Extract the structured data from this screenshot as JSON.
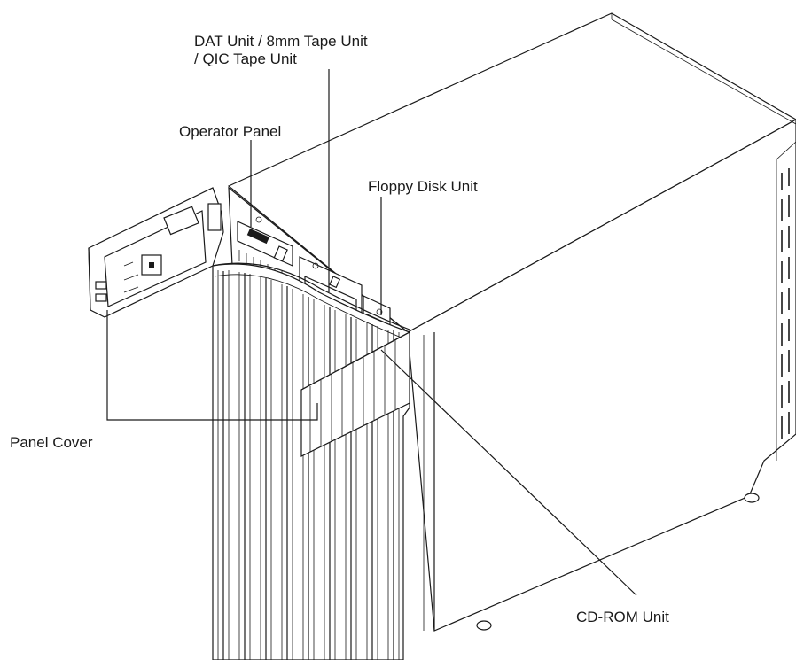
{
  "figure": {
    "labels": {
      "dat_unit_line1": "DAT Unit / 8mm Tape Unit",
      "dat_unit_line2": "/ QIC Tape Unit",
      "operator_panel": "Operator Panel",
      "floppy_disk_unit": "Floppy Disk Unit",
      "panel_cover": "Panel Cover",
      "cd_rom_unit": "CD-ROM Unit"
    }
  }
}
